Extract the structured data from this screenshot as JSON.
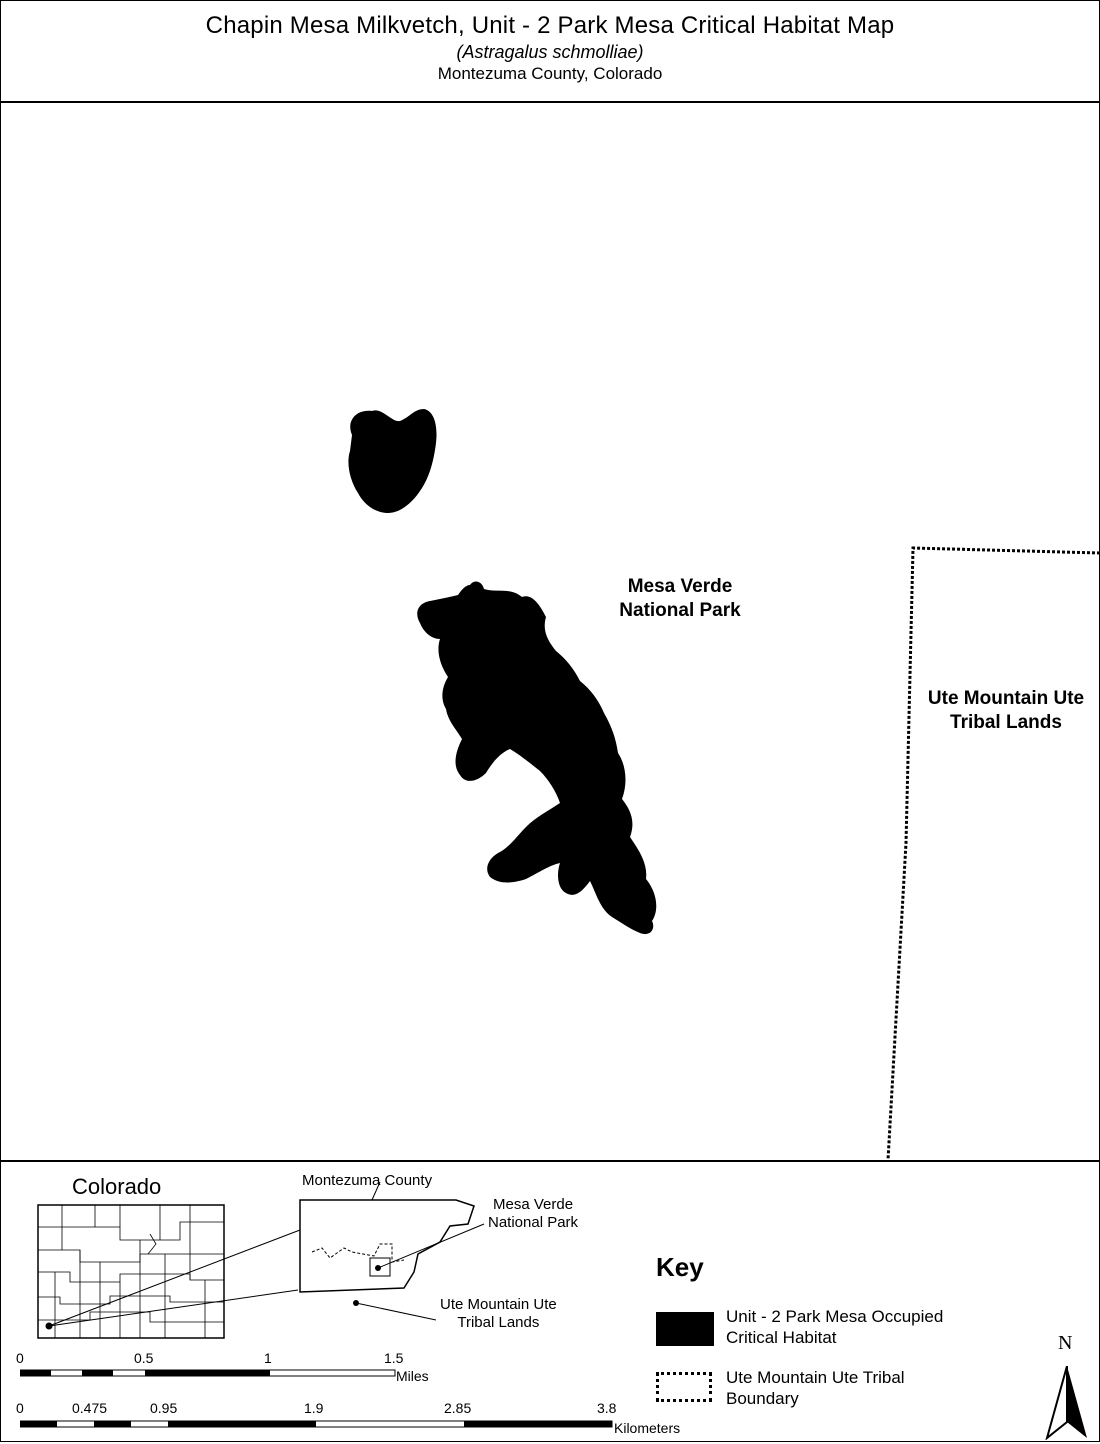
{
  "header": {
    "title": "Chapin Mesa Milkvetch, Unit - 2 Park Mesa Critical Habitat Map",
    "subtitle": "(Astragalus schmolliae)",
    "county": "Montezuma County, Colorado"
  },
  "map": {
    "park_label": [
      "Mesa Verde",
      "National Park"
    ],
    "tribal_label": [
      "Ute Mountain Ute",
      "Tribal Lands"
    ]
  },
  "inset": {
    "state_title": "Colorado",
    "county_label": "Montezuma County",
    "park_label": [
      "Mesa Verde",
      "National Park"
    ],
    "tribal_label": [
      "Ute Mountain Ute",
      "Tribal Lands"
    ]
  },
  "key": {
    "title": "Key",
    "habitat_label": [
      "Unit - 2 Park Mesa Occupied",
      "Critical Habitat"
    ],
    "boundary_label": [
      "Ute Mountain Ute Tribal",
      "Boundary"
    ]
  },
  "scale": {
    "miles_ticks": [
      "0",
      "0.5",
      "1",
      "1.5"
    ],
    "miles_unit": "Miles",
    "km_ticks": [
      "0",
      "0.475",
      "0.95",
      "1.9",
      "2.85",
      "3.8"
    ],
    "km_unit": "Kilometers"
  },
  "north_arrow": {
    "letter": "N",
    "icon": "north-arrow-icon"
  },
  "colors": {
    "habitat_fill": "#000000",
    "background": "#ffffff"
  }
}
